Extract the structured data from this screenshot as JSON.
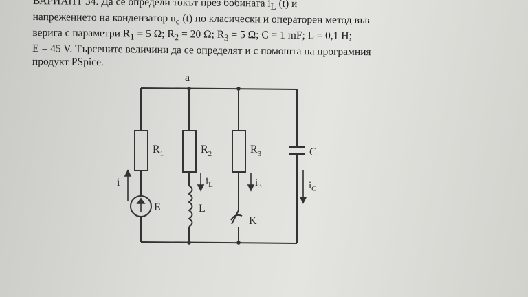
{
  "problem": {
    "lines": [
      "ВАРИАНТ 34. Да се определи токът през бобината i",
      "напрежението на кондензатор u",
      "верига с параметри R",
      "E = 45 V. Търсените величини да се определят и с помощта на програмния",
      "продукт PSpice."
    ],
    "line1_sub": "L",
    "line1_tail": " (t) и",
    "line2_sub": "c",
    "line2_tail": " (t) по класически и операторен метод във",
    "line3_sub1": "1",
    "line3_mid1": " = 5 Ω; R",
    "line3_sub2": "2",
    "line3_mid2": " = 20 Ω; R",
    "line3_sub3": "3",
    "line3_tail": " = 5 Ω; C = 1 mF; L = 0,1 H;"
  },
  "circuit": {
    "node_a": "a",
    "r1": "R",
    "r1_sub": "1",
    "r2": "R",
    "r2_sub": "2",
    "r3": "R",
    "r3_sub": "3",
    "cap": "C",
    "source": "E",
    "inductor": "L",
    "switch": "K",
    "i_total": "i",
    "i_l": "i",
    "i_l_sub": "L",
    "i_3": "i",
    "i_3_sub": "3",
    "i_c": "i",
    "i_c_sub": "C"
  }
}
